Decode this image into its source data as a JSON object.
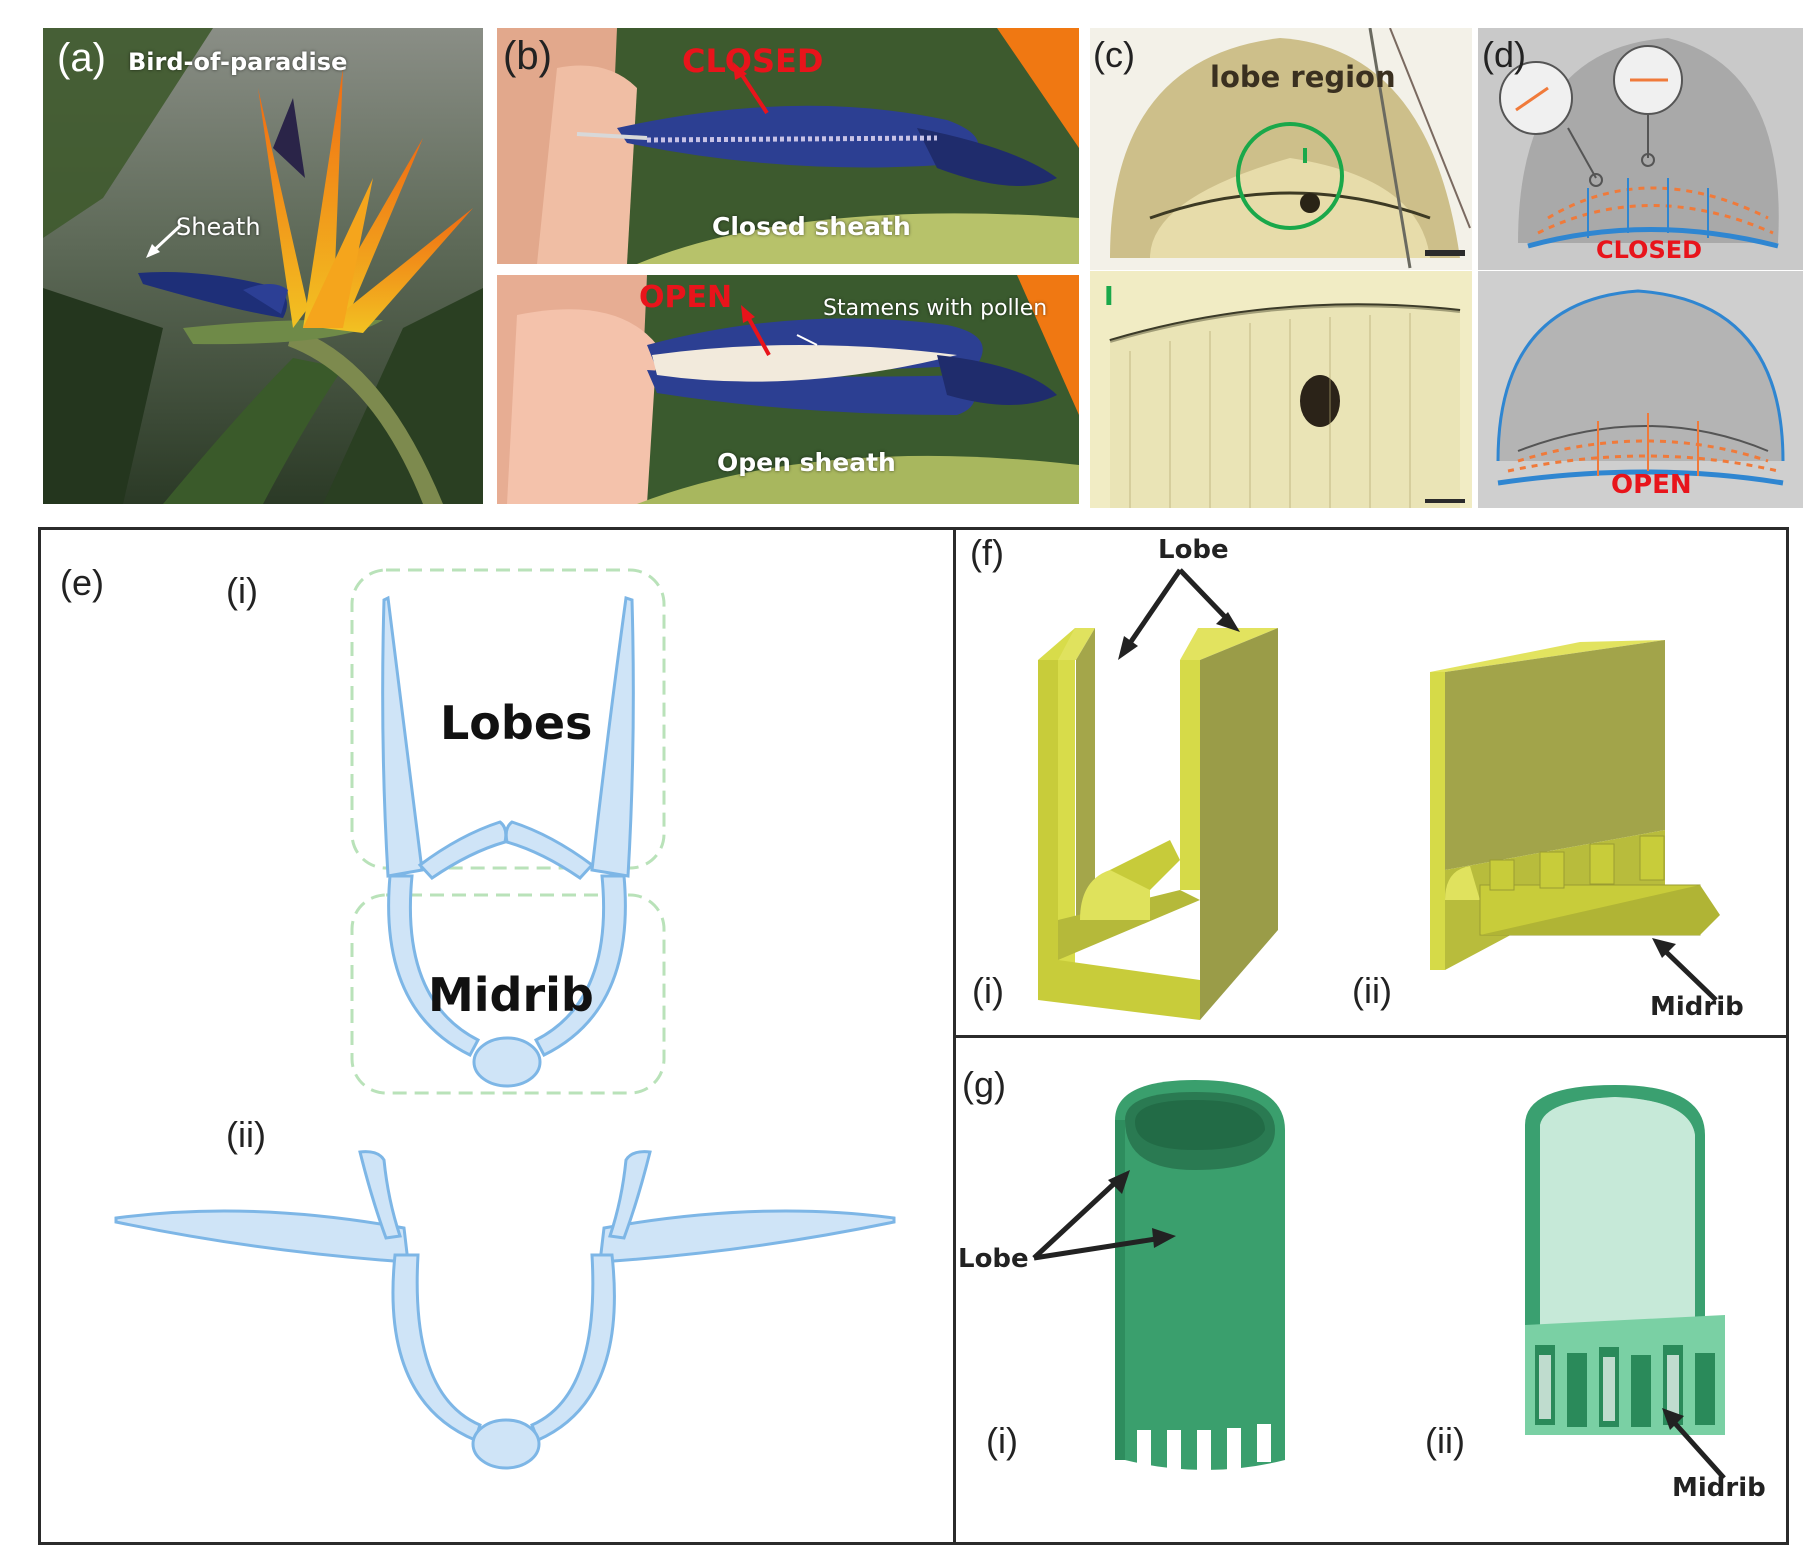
{
  "panels": {
    "a": {
      "label": "(a)",
      "title": "Bird-of-paradise",
      "sheath_label": "Sheath"
    },
    "b": {
      "label": "(b)",
      "closed_word": "CLOSED",
      "closed_caption": "Closed sheath",
      "open_word": "OPEN",
      "stamens_label": "Stamens with pollen",
      "open_caption": "Open sheath"
    },
    "c": {
      "label": "(c)",
      "region_label": "lobe region",
      "inset_marker": "I",
      "inset_label": "I"
    },
    "d": {
      "label": "(d)",
      "closed_word": "CLOSED",
      "open_word": "OPEN"
    },
    "e": {
      "label": "(e)",
      "sub_i": "(i)",
      "sub_ii": "(ii)",
      "lobes_word": "Lobes",
      "midrib_word": "Midrib"
    },
    "f": {
      "label": "(f)",
      "lobe_word": "Lobe",
      "sub_i": "(i)",
      "sub_ii": "(ii)",
      "midrib_word": "Midrib"
    },
    "g": {
      "label": "(g)",
      "lobe_word": "Lobe",
      "sub_i": "(i)",
      "sub_ii": "(ii)",
      "midrib_word": "Midrib"
    }
  },
  "colors": {
    "accent_red": "#e8141b",
    "diagram_fill": "#cfe4f7",
    "diagram_stroke": "#7db6e6",
    "dashed_box": "#b9e2b9",
    "model_yellow": "#c9cf45",
    "model_green": "#3a9f6d",
    "d_orange": "#f07a3a",
    "d_blue": "#2f86d1"
  }
}
